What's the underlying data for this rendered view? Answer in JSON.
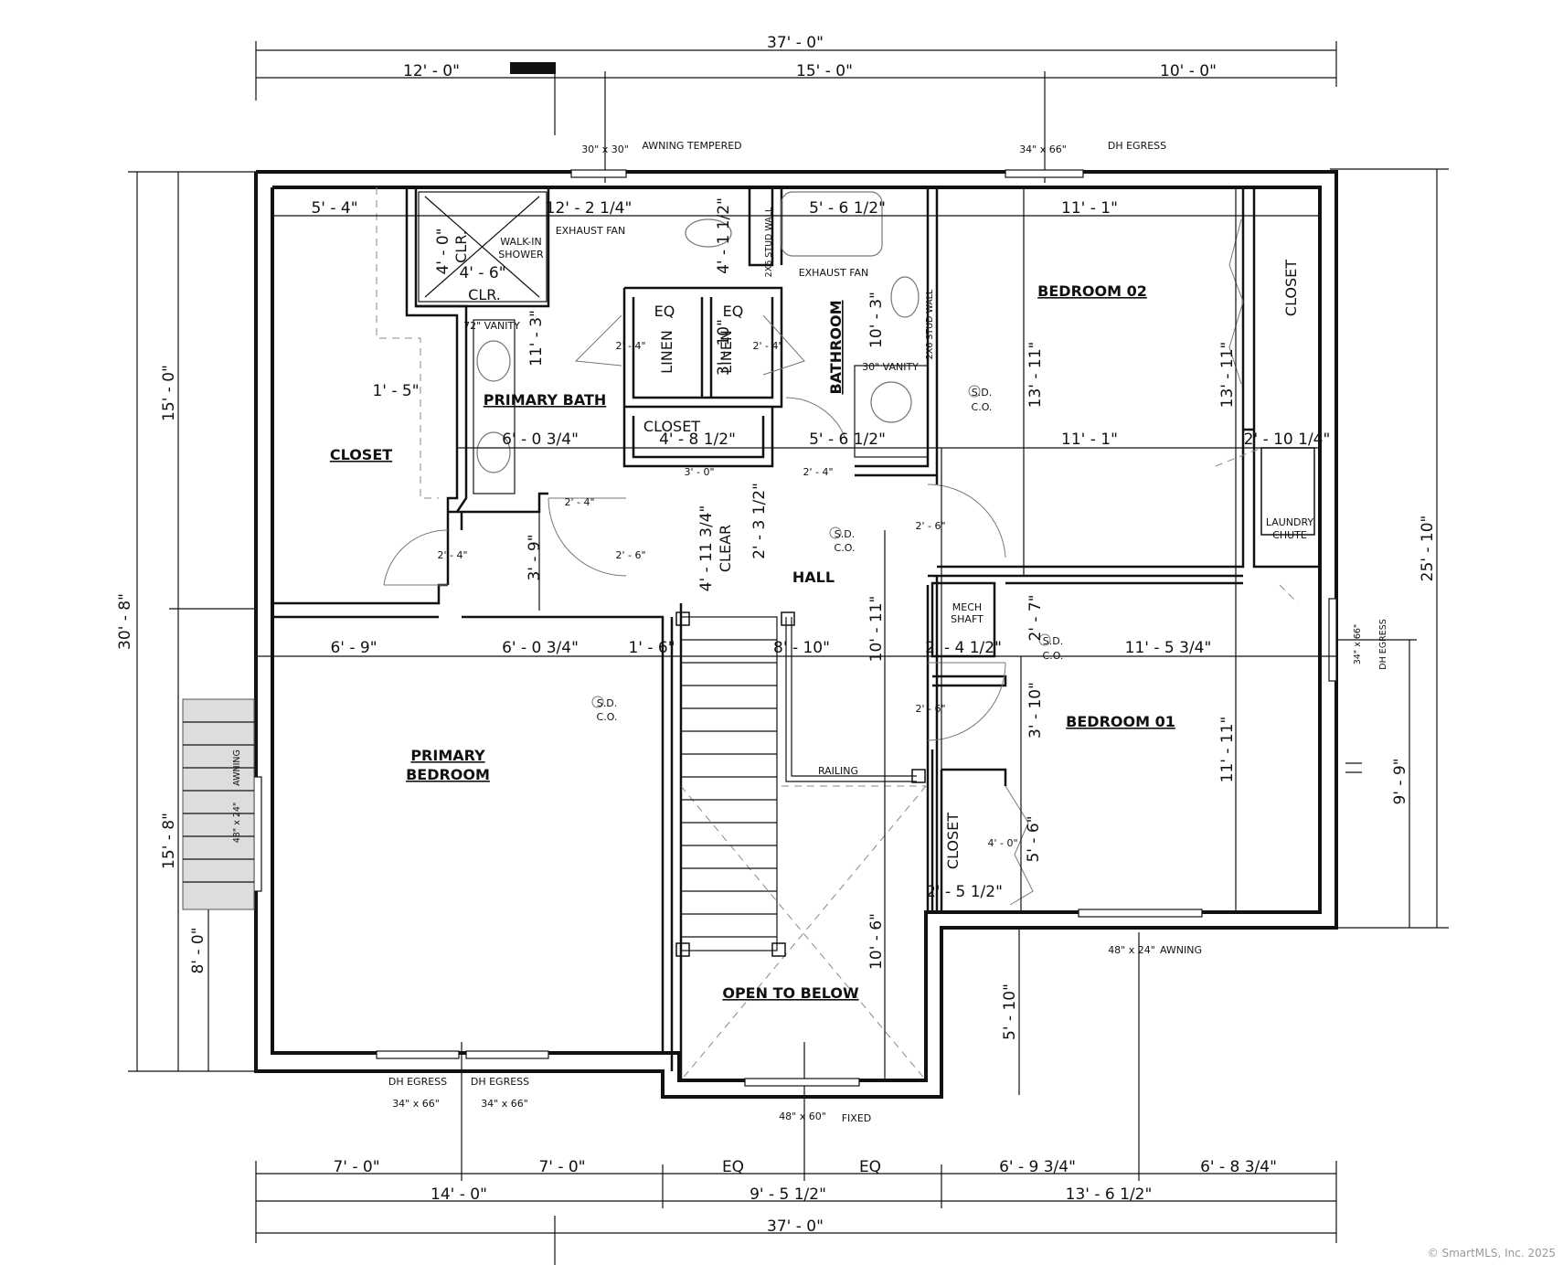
{
  "dimensions": {
    "top_overall": "37' - 0\"",
    "top_1": "12' - 0\"",
    "top_2": "15' - 0\"",
    "top_3": "10' - 0\"",
    "bottom_a1": "7' - 0\"",
    "bottom_a2": "7' - 0\"",
    "bottom_a3": "EQ",
    "bottom_a4": "EQ",
    "bottom_a5": "6' - 9 3/4\"",
    "bottom_a6": "6' - 8 3/4\"",
    "bottom_b1": "14' - 0\"",
    "bottom_b2": "9' - 5 1/2\"",
    "bottom_b3": "13' - 6 1/2\"",
    "bottom_overall": "37' - 0\"",
    "left_overall": "30' - 8\"",
    "left_upper": "15' - 0\"",
    "left_lower": "15' - 8\"",
    "left_window": "8' - 0\"",
    "right_overall": "25' - 10\"",
    "right_lower": "9' - 9\"",
    "closet_width": "5' - 4\"",
    "bath_width": "12' - 2 1/4\"",
    "shower_depth": "4' - 0\"",
    "shower_width": "4' - 6\"",
    "hall_bath_width": "5' - 6 1/2\"",
    "hall_bath_width_2": "5' - 6 1/2\"",
    "bath_depth": "4' - 1 1/2\"",
    "bed2_width": "11' - 1\"",
    "bed2_width_2": "11' - 1\"",
    "primary_bath_depth": "11' - 3\"",
    "closet_return": "1' - 5\"",
    "primary_bath_width": "6' - 0 3/4\"",
    "closet_hall_width": "4' - 8 1/2\"",
    "linen_depth": "3' - 10\"",
    "bathroom_depth": "10' - 3\"",
    "bed2_depth": "13' - 11\"",
    "bed2_depth_2": "13' - 11\"",
    "laundry_width": "2' - 10 1/4\"",
    "hall_clear": "4' - 11 3/4\"",
    "hall_3_1_2": "2' - 3 1/2\"",
    "passage_depth": "3' - 9\"",
    "primary_bed_width": "6' - 9\"",
    "primary_bed_width_2": "6' - 0 3/4\"",
    "stair_offset": "1' - 6\"",
    "stair_width": "8' - 10\"",
    "hall_length": "10' - 11\"",
    "mech_width": "2' - 4 1/2\"",
    "mech_depth": "2' - 7\"",
    "bed1_width": "11' - 5 3/4\"",
    "bed1_door_depth": "3' - 10\"",
    "bed1_depth": "11' - 11\"",
    "bed1_closet_depth": "5' - 6\"",
    "bed1_closet_width": "2' - 5 1/2\"",
    "open_below_depth": "10' - 6\"",
    "bump_depth": "5' - 10\""
  },
  "rooms": {
    "closet_primary": "CLOSET",
    "primary_bath": "PRIMARY BATH",
    "closet_hall": "CLOSET",
    "bathroom": "BATHROOM",
    "bedroom_02": "BEDROOM 02",
    "closet_bed2": "CLOSET",
    "hall": "HALL",
    "primary_bedroom_1": "PRIMARY",
    "primary_bedroom_2": "BEDROOM",
    "bedroom_01": "BEDROOM 01",
    "closet_bed1": "CLOSET",
    "open_to_below": "OPEN TO BELOW",
    "linen_1": "LINEN",
    "linen_2": "LINEN",
    "eq_1": "EQ",
    "eq_2": "EQ",
    "clr_1": "CLR.",
    "clr_2": "CLR.",
    "clear": "CLEAR"
  },
  "fixtures": {
    "walk_in_1": "WALK-IN",
    "walk_in_2": "SHOWER",
    "exhaust_fan_1": "EXHAUST FAN",
    "exhaust_fan_2": "EXHAUST FAN",
    "vanity_72": "72\" VANITY",
    "vanity_30": "30\" VANITY",
    "stud_wall_1": "2X6 STUD WALL",
    "stud_wall_2": "2X6 STUD WALL",
    "mech_1": "MECH",
    "mech_2": "SHAFT",
    "laundry_1": "LAUNDRY",
    "laundry_2": "CHUTE",
    "railing": "RAILING",
    "sd": "S.D.",
    "co": "C.O."
  },
  "doors": {
    "d_2_4": "2' - 4\"",
    "d_2_6": "2' - 6\"",
    "d_3_0": "3' - 0\"",
    "d_4_0": "4' - 0\""
  },
  "windows": {
    "top_left_size": "30\" x 30\"",
    "top_left_type": "AWNING TEMPERED",
    "top_right_size": "34\" x 66\"",
    "top_right_type": "DH EGRESS",
    "left_size": "48\" x 24\"",
    "left_type": "AWNING",
    "right_size": "34\" x 66\"",
    "right_type": "DH EGRESS",
    "bed1_size": "48\" x 24\"",
    "bed1_type": "AWNING",
    "bottom_1_type": "DH EGRESS",
    "bottom_1_size": "34\" x 66\"",
    "bottom_2_type": "DH EGRESS",
    "bottom_2_size": "34\" x 66\"",
    "bottom_fixed_size": "48\" x 60\"",
    "bottom_fixed_type": "FIXED"
  },
  "watermark": "© SmartMLS, Inc. 2025"
}
